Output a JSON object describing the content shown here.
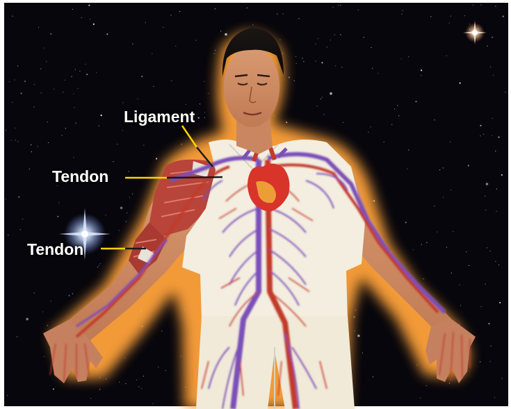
{
  "labels": {
    "ligament": "Ligament",
    "tendon_upper": "Tendon",
    "tendon_lower": "Tendon"
  },
  "colors": {
    "background": "#07060c",
    "aura": "#ffb347",
    "pointer_line": "#ffd400",
    "pointer_dark": "#1a1a1a",
    "skin": "#c98660",
    "muscle": "#b8443a",
    "vein": "#7a4fb8",
    "artery": "#c23a2a",
    "clothing": "#f3eee0",
    "heart": "#d8342a"
  },
  "icons": [
    "star-field",
    "human-figure",
    "heart-icon"
  ]
}
